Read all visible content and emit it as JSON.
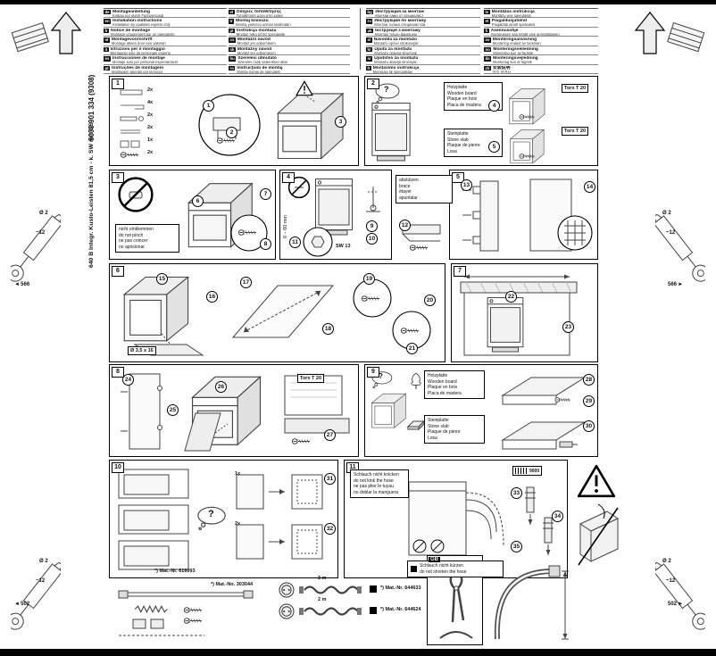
{
  "page": {
    "doc_number": "9000 901 334 (9308)",
    "model_line": "640 B Integr. Kusto-Leisten 81,5 cm - k. SW mit GS"
  },
  "header": {
    "cols0": [
      {
        "code": "de",
        "title": "Montageanleitung",
        "note": "Einbau nur durch Fachpersonal"
      },
      {
        "code": "en",
        "title": "Installation instructions",
        "note": "Installation by qualified experts only"
      },
      {
        "code": "fr",
        "title": "Notice de montage",
        "note": "Montage uniquement par un spécialiste"
      },
      {
        "code": "nl",
        "title": "Montagevoorschrift",
        "note": "Montage alleen door een vakman"
      },
      {
        "code": "it",
        "title": "Istruzioni per il montaggio",
        "note": "Montaggio solo da personale esperto"
      },
      {
        "code": "es",
        "title": "Instrucciones de montaje",
        "note": "Montaje sólo por personal especializado"
      },
      {
        "code": "pt",
        "title": "Instruções de montagem",
        "note": "Montagem apenas por técnicos"
      }
    ],
    "cols1": [
      {
        "code": "el",
        "title": "Οδηγίες τοποθέτησης",
        "note": "Τοποθέτηση μόνο από ειδικό"
      },
      {
        "code": "tr",
        "title": "Montaj kılavuzu",
        "note": "Montaj yalnızca uzman tarafından"
      },
      {
        "code": "pl",
        "title": "Instrukcja montażu",
        "note": "Montaż tylko przez specjalistę"
      },
      {
        "code": "cs",
        "title": "Montážní návod",
        "note": "Montáž jen odborníkem"
      },
      {
        "code": "sk",
        "title": "Montážny návod",
        "note": "Montáž len odborníkom"
      },
      {
        "code": "hu",
        "title": "Szerelési útmutató",
        "note": "Szerelés csak szakember által"
      },
      {
        "code": "ro",
        "title": "Instrucţiuni de montaj",
        "note": "Montaj numai de specialist"
      }
    ],
    "cols2": [
      {
        "code": "bg",
        "title": "Инструкция за монтаж",
        "note": "Монтаж само от специалист"
      },
      {
        "code": "ru",
        "title": "Инструкция по монтажу",
        "note": "Монтаж только специалистом"
      },
      {
        "code": "uk",
        "title": "Інструкція з монтажу",
        "note": "Монтаж тільки фахівцем"
      },
      {
        "code": "sl",
        "title": "Navodila za montažo",
        "note": "Montažo opravi strokovnjak"
      },
      {
        "code": "hr",
        "title": "Uputa za montažu",
        "note": "Montažu obavlja stručnjak"
      },
      {
        "code": "sr",
        "title": "Uputstvo za montažu",
        "note": "Montažu obavlja stručnjak"
      },
      {
        "code": "lt",
        "title": "Montavimo instrukcija",
        "note": "Montuoja tik specialistas"
      }
    ],
    "cols3": [
      {
        "code": "lv",
        "title": "Montāžas instrukcija",
        "note": "Montāžu veic speciālists"
      },
      {
        "code": "et",
        "title": "Paigaldusjuhend",
        "note": "Paigaldab ainult spetsialist"
      },
      {
        "code": "fi",
        "title": "Asennusohje",
        "note": "Asennuksen saa tehdä vain ammattilainen"
      },
      {
        "code": "sv",
        "title": "Monteringsanvisning",
        "note": "Montering endast av fackman"
      },
      {
        "code": "no",
        "title": "Monteringsveiledning",
        "note": "Montering kun av fagfolk"
      },
      {
        "code": "da",
        "title": "Monteringsvejledning",
        "note": "Montering kun af fagfolk"
      },
      {
        "code": "zh",
        "title": "安装说明",
        "note": "설치 설명서"
      }
    ]
  },
  "margins": {
    "dia": "Ø 2",
    "depth": "~12",
    "len_top": "566",
    "len_bottom": "502"
  },
  "marks": {
    "q": "?"
  },
  "panel_numbers": [
    "1",
    "2",
    "3",
    "4",
    "5",
    "6",
    "7",
    "8",
    "9",
    "10",
    "11"
  ],
  "steps": {
    "p1": [
      "1",
      "2",
      "3"
    ],
    "p2": [
      "4",
      "5"
    ],
    "p3": [
      "6",
      "7",
      "8"
    ],
    "p4": [
      "9",
      "10",
      "11"
    ],
    "mid": [
      "12"
    ],
    "p5": [
      "13",
      "14"
    ],
    "p6": [
      "15",
      "16",
      "17",
      "18",
      "19",
      "20",
      "21"
    ],
    "p7": [
      "22",
      "23"
    ],
    "p8": [
      "24",
      "25",
      "26",
      "27"
    ],
    "p9": [
      "28",
      "29",
      "30"
    ],
    "p10": [
      "31",
      "32"
    ],
    "p11": [
      "33",
      "34",
      "35"
    ]
  },
  "counts": {
    "p1": [
      "2x",
      "4x",
      "2x",
      "2x",
      "1x",
      "2x"
    ],
    "p10": [
      "1x",
      "2x"
    ]
  },
  "notes": {
    "wood": [
      "Holzplatte",
      "Wooden board",
      "Plaque en bois",
      "Placa de madera"
    ],
    "stone": [
      "Steinplatte",
      "Stone slab",
      "Plaque de pierre",
      "Losa"
    ],
    "pinch": [
      "nicht einklemmen",
      "do not pinch",
      "ne pas coincer",
      "no aprisionar"
    ],
    "brace": [
      "abstützen",
      "brace",
      "étayer",
      "apuntalar"
    ],
    "hose": [
      "Schlauch nicht knicken",
      "do not kink the hose",
      "ne pas plier le tuyau",
      "no doblar la manguera"
    ],
    "hose2": [
      "Schlauch nicht kürzen",
      "do not shorten the hose"
    ]
  },
  "tools": {
    "torx": "Torx T 20",
    "sw": "SW 13",
    "dim060": "0 – 60 mm",
    "screw_spec": "Ø 3,5 x 16"
  },
  "mats": {
    "parts": "*) Mat.-No. 303044",
    "p10": "*) Mat.-Nr. 616093"
  },
  "bottom": {
    "gb": "GB",
    "code": "9000",
    "rows": [
      {
        "len": "3 m",
        "mat": "*) Mat.-Nr. 644633"
      },
      {
        "len": "2 m",
        "mat": "*) Mat.-Nr. 644624"
      }
    ]
  }
}
